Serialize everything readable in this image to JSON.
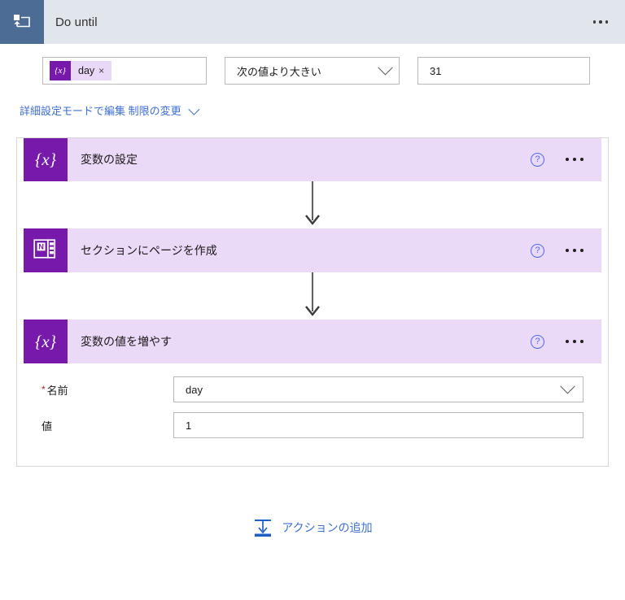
{
  "header": {
    "title": "Do until",
    "icon": "do-until-loop-icon",
    "menu_icon": "ellipsis-icon",
    "background_color": "#e1e5ec",
    "icon_tile_color": "#4c6c96"
  },
  "condition": {
    "token": {
      "badge": "{x}",
      "label": "day",
      "remove": "×",
      "badge_color": "#7719aa",
      "chip_color": "#e9d8f7"
    },
    "operator": {
      "value": "次の値より大きい",
      "chevron_icon": "chevron-down-icon"
    },
    "value": {
      "value": "31",
      "placeholder": ""
    }
  },
  "links": {
    "advanced_mode": "詳細設定モードで編集",
    "change_limits": "制限の変更",
    "change_limits_chevron": "chevron-down-icon",
    "color": "#3d6fd4"
  },
  "actions": [
    {
      "name": "変数の設定",
      "icon": "variable-braces-icon",
      "icon_glyph": "{x}",
      "icon_color": "#7719aa",
      "card_color": "#ead9f7",
      "help_icon": "help-circle-icon",
      "menu_icon": "ellipsis-icon",
      "expanded": false
    },
    {
      "name": "セクションにページを作成",
      "icon": "onenote-icon",
      "icon_glyph": "N",
      "icon_color": "#7719aa",
      "card_color": "#ead9f7",
      "help_icon": "help-circle-icon",
      "menu_icon": "ellipsis-icon",
      "expanded": false
    },
    {
      "name": "変数の値を増やす",
      "icon": "variable-braces-icon",
      "icon_glyph": "{x}",
      "icon_color": "#7719aa",
      "card_color": "#ead9f7",
      "help_icon": "help-circle-icon",
      "menu_icon": "ellipsis-icon",
      "expanded": true,
      "fields": [
        {
          "label": "名前",
          "required": true,
          "required_marker": "*",
          "value": "day",
          "type": "dropdown",
          "chevron_icon": "chevron-down-icon"
        },
        {
          "label": "値",
          "required": false,
          "required_marker": "",
          "value": "1",
          "type": "text",
          "chevron_icon": ""
        }
      ]
    }
  ],
  "add_action": {
    "label": "アクションの追加",
    "icon": "insert-action-icon",
    "color": "#3d6fd4"
  }
}
